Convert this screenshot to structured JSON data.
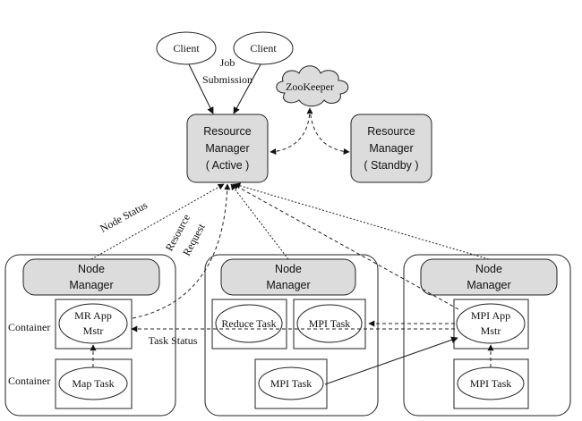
{
  "clients": [
    "Client",
    "Client"
  ],
  "job_submission": [
    "Job",
    "Submission"
  ],
  "zookeeper": "ZooKeeper",
  "rm_active": [
    "Resource",
    "Manager",
    "( Active )"
  ],
  "rm_standby": [
    "Resource",
    "Manager",
    "( Standby )"
  ],
  "node_status": "Node Status",
  "resource_request": [
    "Resource",
    "Request"
  ],
  "task_status": "Task Status",
  "node_manager": [
    "Node",
    "Manager"
  ],
  "container_labels": [
    "Container",
    "Container"
  ],
  "node1": {
    "app_master": [
      "MR App",
      "Mstr"
    ],
    "task": "Map Task"
  },
  "node2": {
    "reduce": "Reduce Task",
    "mpi1": "MPI Task",
    "mpi2": "MPI Task"
  },
  "node3": {
    "app_master": [
      "MPI App",
      "Mstr"
    ],
    "task": "MPI Task"
  }
}
